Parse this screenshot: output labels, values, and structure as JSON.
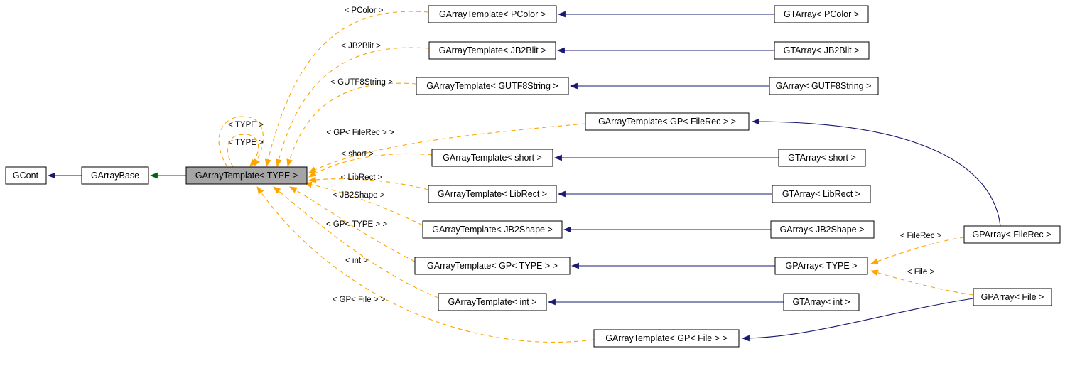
{
  "colors": {
    "inheritance-edge": "#191970",
    "protected-inheritance-edge": "#006400",
    "template-edge": "#ffa500",
    "node-fill": "#ffffff",
    "node-border": "#000000",
    "focus-node-fill": "#a5a5a5",
    "background": "#ffffff"
  },
  "nodes": {
    "gcont": {
      "label": "GCont"
    },
    "garraybase": {
      "label": "GArrayBase"
    },
    "focus": {
      "label": "GArrayTemplate< TYPE >"
    },
    "t_pcolor": {
      "label": "GArrayTemplate< PColor >"
    },
    "t_jb2blit": {
      "label": "GArrayTemplate< JB2Blit >"
    },
    "t_gutf8": {
      "label": "GArrayTemplate< GUTF8String >"
    },
    "t_gp_filerec": {
      "label": "GArrayTemplate< GP< FileRec > >"
    },
    "t_short": {
      "label": "GArrayTemplate< short >"
    },
    "t_librect": {
      "label": "GArrayTemplate< LibRect >"
    },
    "t_jb2shape": {
      "label": "GArrayTemplate< JB2Shape >"
    },
    "t_gp_type": {
      "label": "GArrayTemplate< GP< TYPE > >"
    },
    "t_int": {
      "label": "GArrayTemplate< int >"
    },
    "t_gp_file": {
      "label": "GArrayTemplate< GP< File > >"
    },
    "gt_pcolor": {
      "label": "GTArray< PColor >"
    },
    "gt_jb2blit": {
      "label": "GTArray< JB2Blit >"
    },
    "ga_gutf8": {
      "label": "GArray< GUTF8String >"
    },
    "gt_short": {
      "label": "GTArray< short >"
    },
    "gt_librect": {
      "label": "GTArray< LibRect >"
    },
    "ga_jb2shape": {
      "label": "GArray< JB2Shape >"
    },
    "gp_type": {
      "label": "GPArray< TYPE >"
    },
    "gt_int": {
      "label": "GTArray< int >"
    },
    "gp_filerec": {
      "label": "GPArray< FileRec >"
    },
    "gp_file": {
      "label": "GPArray< File >"
    }
  },
  "edge_labels": {
    "pcolor": "< PColor >",
    "jb2blit": "< JB2Blit >",
    "gutf8": "< GUTF8String >",
    "type_a": "< TYPE >",
    "type_b": "< TYPE >",
    "gp_filerec": "< GP< FileRec > >",
    "short": "< short >",
    "librect": "< LibRect >",
    "jb2shape": "< JB2Shape >",
    "gp_type": "< GP< TYPE > >",
    "int": "< int >",
    "gp_file": "< GP< File > >",
    "filerec": "< FileRec >",
    "file": "< File >"
  }
}
